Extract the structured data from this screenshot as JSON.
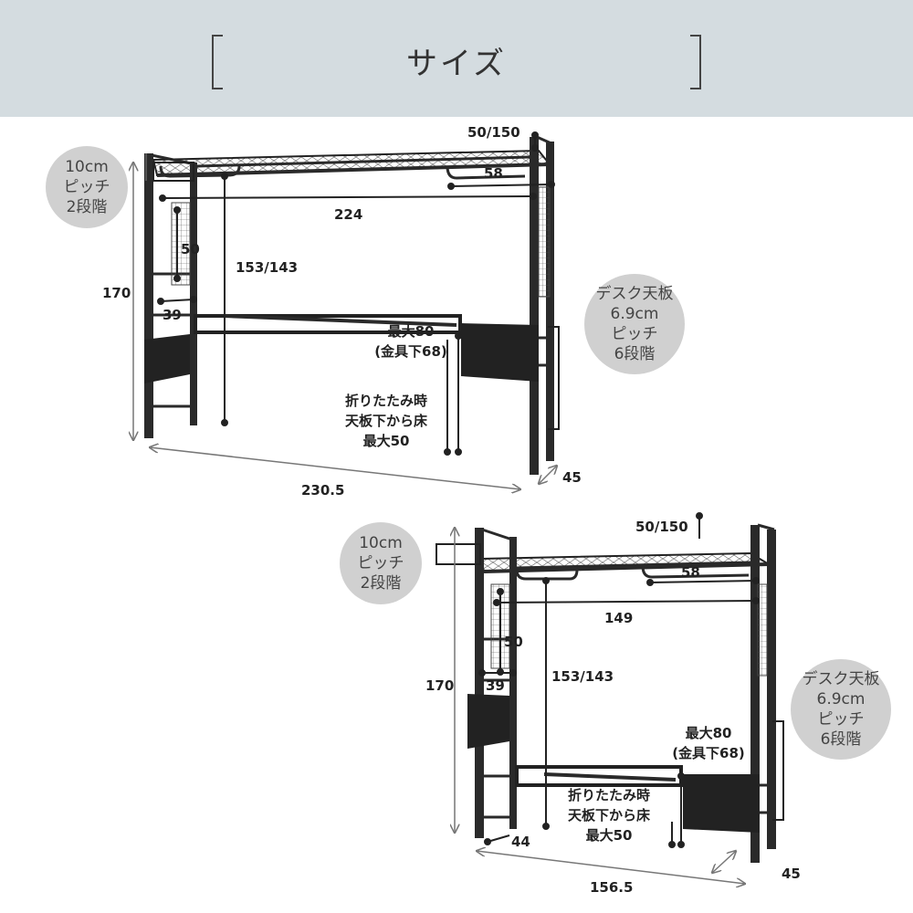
{
  "header": {
    "title": "サイズ"
  },
  "top": {
    "pitch_top": [
      "10cm",
      "ピッチ",
      "2段階"
    ],
    "pitch_desk": [
      "デスク天板",
      "6.9cm",
      "ピッチ",
      "6段階"
    ],
    "dim_50_150": "50/150",
    "dim_58": "58",
    "dim_224": "224",
    "dim_50": "50",
    "dim_153_143": "153/143",
    "dim_170": "170",
    "dim_39": "39",
    "max80": [
      "最大80",
      "(金具下68)"
    ],
    "fold": [
      "折りたたみ時",
      "天板下から床",
      "最大50"
    ],
    "dim_230_5": "230.5",
    "dim_45": "45"
  },
  "bottom": {
    "pitch_top": [
      "10cm",
      "ピッチ",
      "2段階"
    ],
    "pitch_desk": [
      "デスク天板",
      "6.9cm",
      "ピッチ",
      "6段階"
    ],
    "dim_50_150": "50/150",
    "dim_58": "58",
    "dim_149": "149",
    "dim_50": "50",
    "dim_153_143": "153/143",
    "dim_170": "170",
    "dim_39": "39",
    "max80": [
      "最大80",
      "(金具下68)"
    ],
    "fold": [
      "折りたたみ時",
      "天板下から床",
      "最大50"
    ],
    "dim_44": "44",
    "dim_156_5": "156.5",
    "dim_45": "45"
  }
}
